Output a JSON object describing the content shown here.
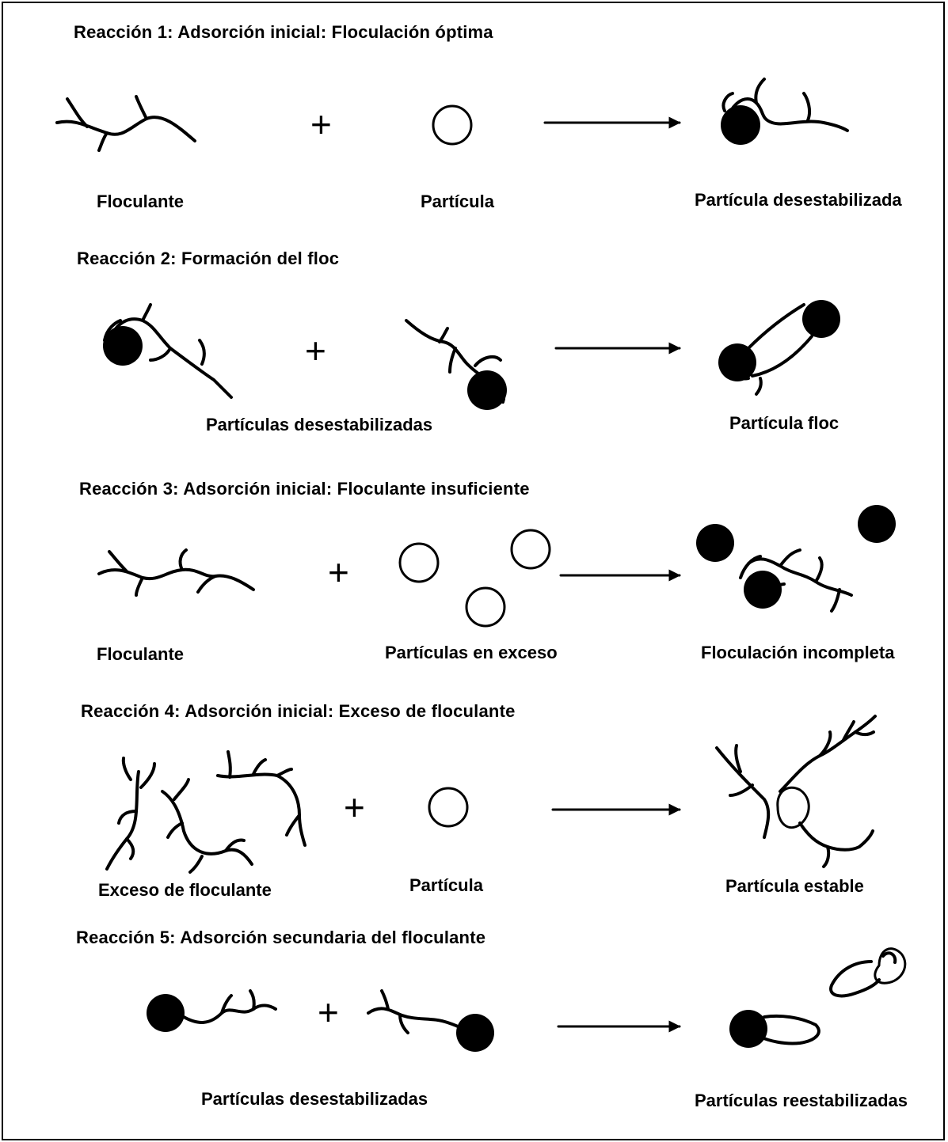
{
  "reactions": [
    {
      "title": "Reacción 1:  Adsorción inicial:  Floculación óptima",
      "labels": [
        "Floculante",
        "Partícula",
        "Partícula desestabilizada"
      ]
    },
    {
      "title": "Reacción 2:  Formación del floc",
      "labels": [
        "Partículas desestabilizadas",
        "Partícula floc"
      ]
    },
    {
      "title": "Reacción 3:  Adsorción inicial:  Floculante insuficiente",
      "labels": [
        "Floculante",
        "Partículas en exceso",
        "Floculación incompleta"
      ]
    },
    {
      "title": "Reacción 4:  Adsorción inicial:  Exceso de floculante",
      "labels": [
        "Exceso de floculante",
        "Partícula",
        "Partícula estable"
      ]
    },
    {
      "title": "Reacción 5:  Adsorción secundaria del floculante",
      "labels": [
        "Partículas desestabilizadas",
        "Partículas reestabilizadas"
      ]
    }
  ],
  "symbols": {
    "plus": "+"
  },
  "colors": {
    "ink": "#000000",
    "background": "#ffffff"
  }
}
